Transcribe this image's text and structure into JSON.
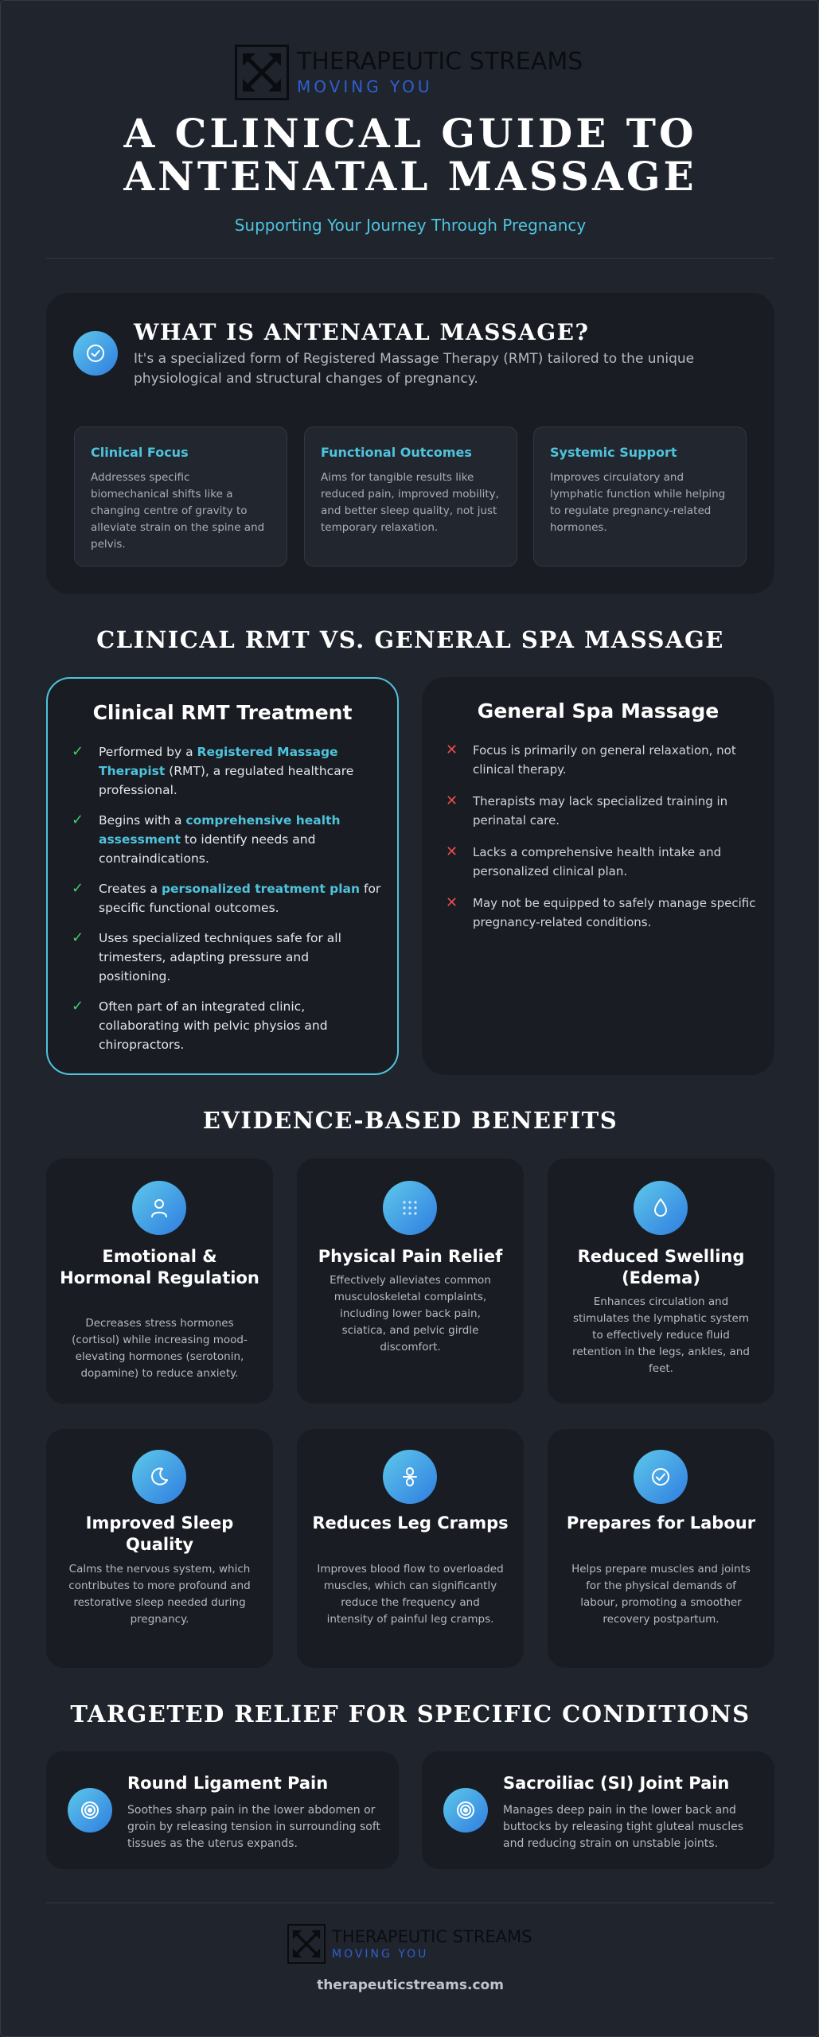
{
  "header": {
    "brand_name": "THERAPEUTIC STREAMS",
    "brand_tagline": "MOVING YOU",
    "title_line1": "A CLINICAL GUIDE TO",
    "title_line2": "ANTENATAL MASSAGE",
    "subtitle": "Supporting Your Journey Through Pregnancy"
  },
  "what_is": {
    "title": "WHAT IS ANTENATAL MASSAGE?",
    "description": "It's a specialized form of Registered Massage Therapy (RMT) tailored to the unique physiological and structural changes of pregnancy.",
    "cards": [
      {
        "title": "Clinical Focus",
        "text": "Addresses specific biomechanical shifts like a changing centre of gravity to alleviate strain on the spine and pelvis."
      },
      {
        "title": "Functional Outcomes",
        "text": "Aims for tangible results like reduced pain, improved mobility, and better sleep quality, not just temporary relaxation."
      },
      {
        "title": "Systemic Support",
        "text": "Improves circulatory and lymphatic function while helping to regulate pregnancy-related hormones."
      }
    ]
  },
  "comparison": {
    "section_title": "CLINICAL RMT VS. GENERAL SPA MASSAGE",
    "rmt": {
      "title": "Clinical RMT Treatment",
      "items": [
        {
          "pre": "Performed by a ",
          "hl": "Registered Massage Therapist",
          "post": " (RMT), a regulated healthcare professional."
        },
        {
          "pre": "Begins with a ",
          "hl": "comprehensive health assessment",
          "post": " to identify needs and contraindications."
        },
        {
          "pre": "Creates a ",
          "hl": "personalized treatment plan",
          "post": " for specific functional outcomes."
        },
        {
          "pre": "Uses specialized techniques safe for all trimesters, adapting pressure and positioning.",
          "hl": "",
          "post": ""
        },
        {
          "pre": "Often part of an integrated clinic, collaborating with pelvic physios and chiropractors.",
          "hl": "",
          "post": ""
        }
      ]
    },
    "spa": {
      "title": "General Spa Massage",
      "items": [
        "Focus is primarily on general relaxation, not clinical therapy.",
        "Therapists may lack specialized training in perinatal care.",
        "Lacks a comprehensive health intake and personalized clinical plan.",
        "May not be equipped to safely manage specific pregnancy-related conditions."
      ]
    }
  },
  "benefits": {
    "section_title": "EVIDENCE-BASED BENEFITS",
    "items": [
      {
        "icon": "person-icon",
        "title": "Emotional & Hormonal Regulation",
        "text": "Decreases stress hormones (cortisol) while increasing mood-elevating hormones (serotonin, dopamine) to reduce anxiety."
      },
      {
        "icon": "dots-grid-icon",
        "title": "Physical Pain Relief",
        "text": "Effectively alleviates common musculoskeletal complaints, including lower back pain, sciatica, and pelvic girdle discomfort."
      },
      {
        "icon": "droplet-icon",
        "title": "Reduced Swelling (Edema)",
        "text": "Enhances circulation and stimulates the lymphatic system to effectively reduce fluid retention in the legs, ankles, and feet."
      },
      {
        "icon": "moon-icon",
        "title": "Improved Sleep Quality",
        "text": "Calms the nervous system, which contributes to more profound and restorative sleep needed during pregnancy."
      },
      {
        "icon": "link-icon",
        "title": "Reduces Leg Cramps",
        "text": "Improves blood flow to overloaded muscles, which can significantly reduce the frequency and intensity of painful leg cramps."
      },
      {
        "icon": "check-circle-icon",
        "title": "Prepares for Labour",
        "text": "Helps prepare muscles and joints for the physical demands of labour, promoting a smoother recovery postpartum."
      }
    ]
  },
  "conditions": {
    "section_title": "TARGETED RELIEF FOR SPECIFIC CONDITIONS",
    "items": [
      {
        "icon": "target-icon",
        "title": "Round Ligament Pain",
        "text": "Soothes sharp pain in the lower abdomen or groin by releasing tension in surrounding soft tissues as the uterus expands."
      },
      {
        "icon": "target-icon",
        "title": "Sacroiliac (SI) Joint Pain",
        "text": "Manages deep pain in the lower back and buttocks by releasing tight gluteal muscles and reducing strain on unstable joints."
      }
    ]
  },
  "footer": {
    "brand_name": "THERAPEUTIC STREAMS",
    "brand_tagline": "MOVING YOU",
    "url": "therapeuticstreams.com"
  }
}
